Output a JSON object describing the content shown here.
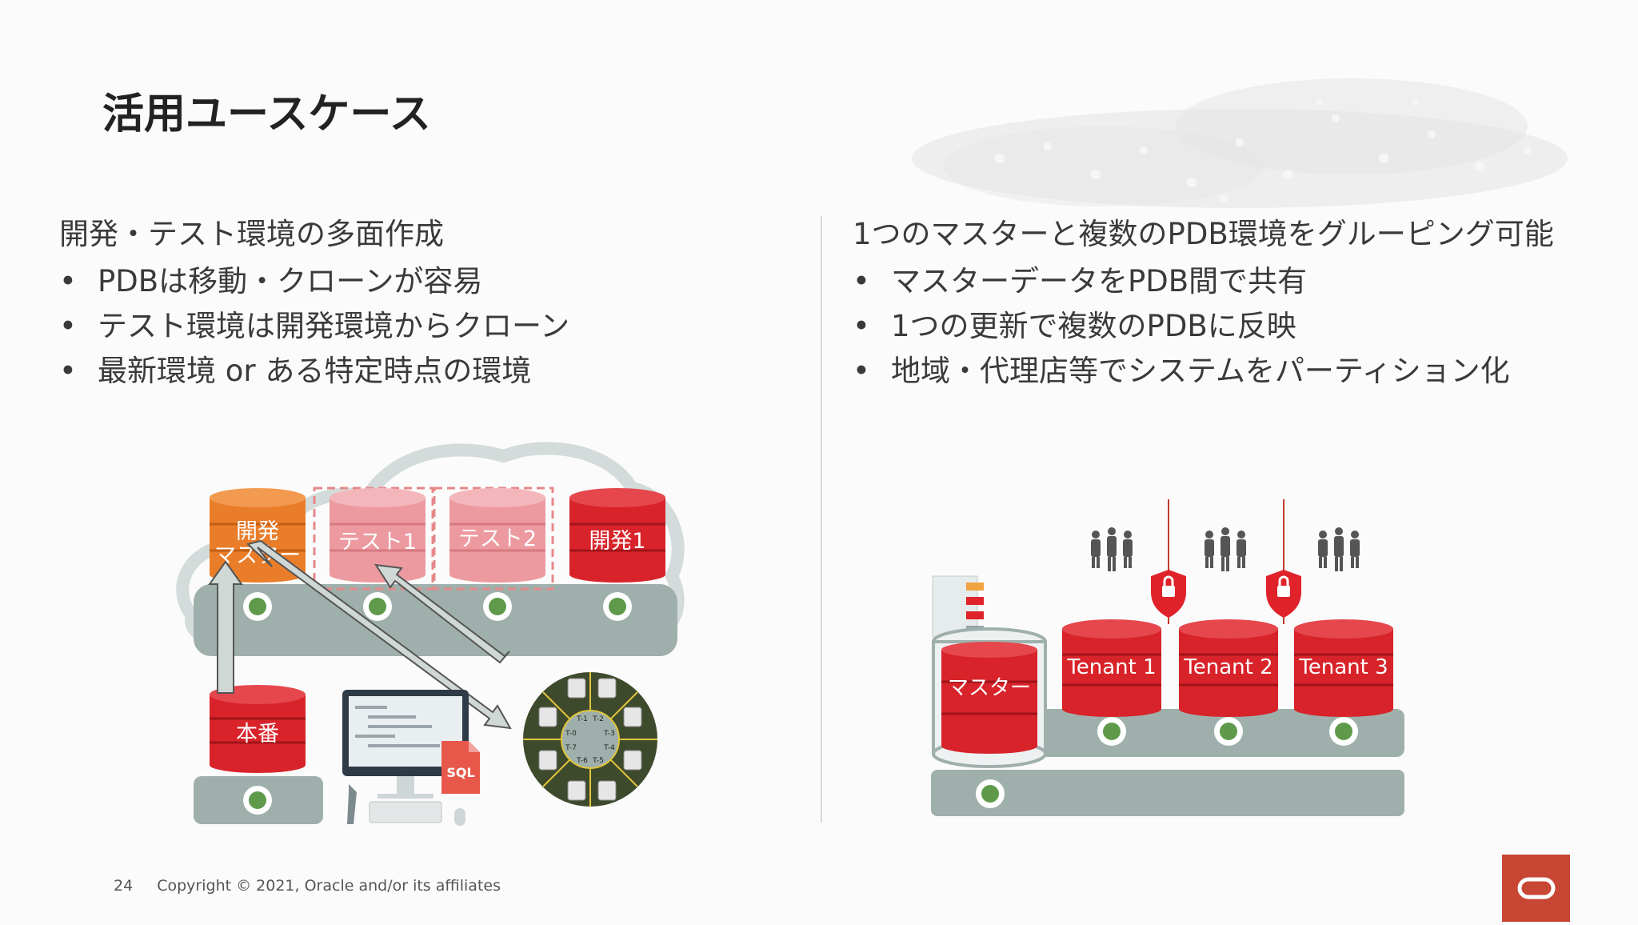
{
  "slide": {
    "title": "活用ユースケース",
    "page_number": "24",
    "copyright": "Copyright © 2021, Oracle and/or its affiliates"
  },
  "left": {
    "heading": "開発・テスト環境の多面作成",
    "bullets": [
      "PDBは移動・クローンが容易",
      "テスト環境は開発環境からクローン",
      "最新環境 or ある特定時点の環境"
    ],
    "diagram": {
      "db_dev_master_line1": "開発",
      "db_dev_master_line2": "マスター",
      "db_test1": "テスト1",
      "db_test2": "テスト2",
      "db_dev1": "開発1",
      "db_production": "本番",
      "sql_label": "SQL",
      "wheel_labels": [
        "T-1",
        "T-2",
        "T-0",
        "T-3",
        "T-7",
        "T-4",
        "T-6",
        "T-5"
      ]
    }
  },
  "right": {
    "heading": "1つのマスターと複数のPDB環境をグルーピング可能",
    "bullets": [
      "マスターデータをPDB間で共有",
      "1つの更新で複数のPDBに反映",
      "地域・代理店等でシステムをパーティション化"
    ],
    "diagram": {
      "master": "マスター",
      "tenants": [
        "Tenant 1",
        "Tenant 2",
        "Tenant 3"
      ]
    }
  },
  "colors": {
    "oracle_red": "#c74634",
    "db_red": "#d8232a",
    "db_orange": "#ea7d2a",
    "db_pink": "#ec9aa0",
    "conveyor_gray": "#9fb0ac",
    "wheel_dark": "#3e4a2c"
  }
}
